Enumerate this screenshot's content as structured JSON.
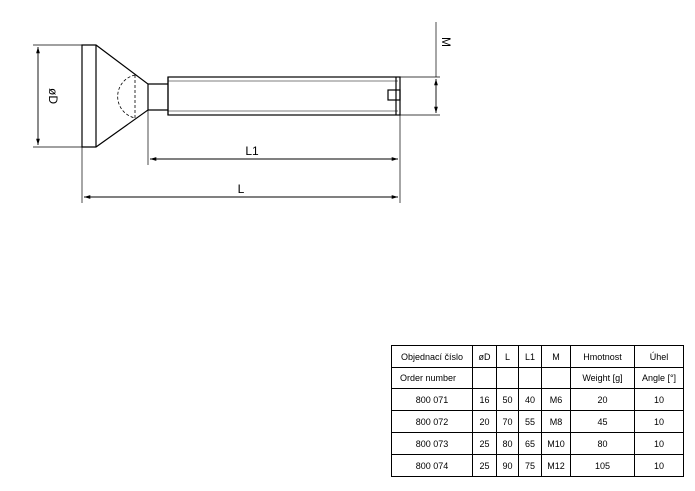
{
  "drawing": {
    "dim_d": "øD",
    "dim_m": "M",
    "dim_l1": "L1",
    "dim_l": "L"
  },
  "table": {
    "headers_cz": [
      "Objednací číslo",
      "øD",
      "L",
      "L1",
      "M",
      "Hmotnost",
      "Úhel"
    ],
    "headers_en": [
      "Order number",
      "",
      "",
      "",
      "",
      "Weight [g]",
      "Angle [°]"
    ],
    "rows": [
      [
        "800 071",
        "16",
        "50",
        "40",
        "M6",
        "20",
        "10"
      ],
      [
        "800 072",
        "20",
        "70",
        "55",
        "M8",
        "45",
        "10"
      ],
      [
        "800 073",
        "25",
        "80",
        "65",
        "M10",
        "80",
        "10"
      ],
      [
        "800 074",
        "25",
        "90",
        "75",
        "M12",
        "105",
        "10"
      ]
    ]
  }
}
